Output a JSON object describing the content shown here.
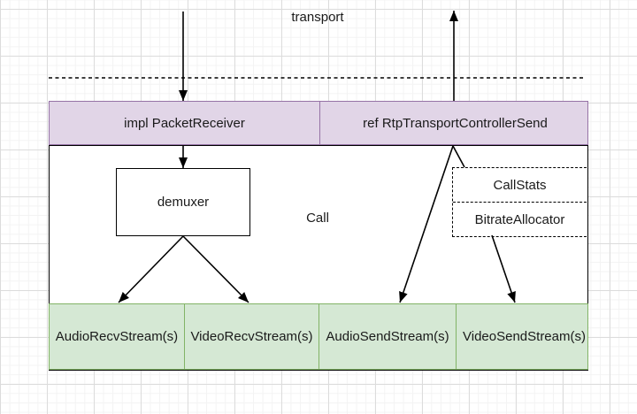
{
  "diagram": {
    "transport_label": "transport",
    "header_cells": [
      {
        "label": "impl PacketReceiver"
      },
      {
        "label": "ref RtpTransportControllerSend"
      }
    ],
    "call_label": "Call",
    "demuxer_label": "demuxer",
    "stats_cells": [
      {
        "label": "CallStats"
      },
      {
        "label": "BitrateAllocator"
      }
    ],
    "stream_cells": [
      {
        "label": "AudioRecvStream(s)"
      },
      {
        "label": "VideoRecvStream(s)"
      },
      {
        "label": "AudioSendStream(s)"
      },
      {
        "label": "VideoSendStream(s)"
      }
    ],
    "colors": {
      "purple_fill": "#e1d5e7",
      "purple_border": "#9673a6",
      "green_fill": "#d5e8d4",
      "green_border": "#82b366",
      "edge_color": "#000000",
      "text_color": "#1a1a1a"
    }
  }
}
